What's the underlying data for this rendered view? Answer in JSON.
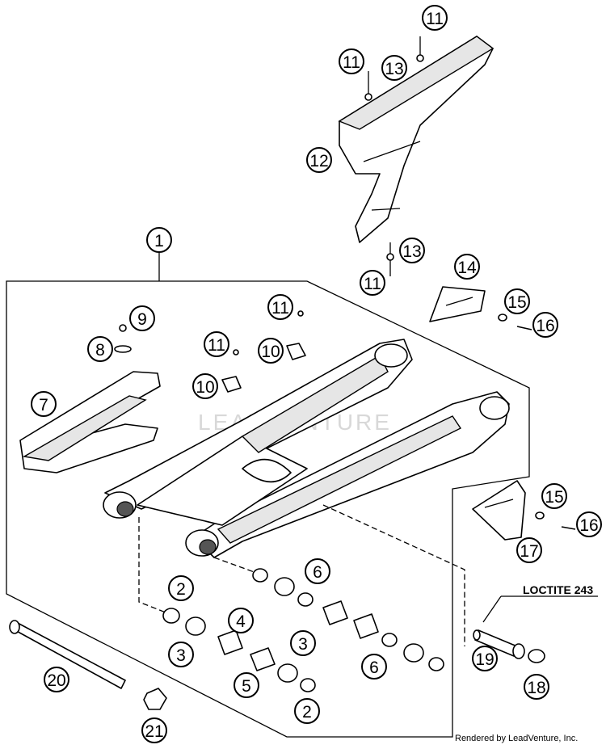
{
  "callouts": {
    "c1": "1",
    "c2a": "2",
    "c2b": "2",
    "c3a": "3",
    "c3b": "3",
    "c4": "4",
    "c5": "5",
    "c6a": "6",
    "c6b": "6",
    "c7": "7",
    "c8": "8",
    "c9": "9",
    "c10a": "10",
    "c10b": "10",
    "c11a": "11",
    "c11b": "11",
    "c11c": "11",
    "c11d": "11",
    "c11e": "11",
    "c12": "12",
    "c13a": "13",
    "c13b": "13",
    "c14": "14",
    "c15a": "15",
    "c15b": "15",
    "c16a": "16",
    "c16b": "16",
    "c17": "17",
    "c18": "18",
    "c19": "19",
    "c20": "20",
    "c21": "21"
  },
  "note_loctite": "LOCTITE 243",
  "watermark": "LEADVENTURE",
  "credit": "Rendered by LeadVenture, Inc."
}
